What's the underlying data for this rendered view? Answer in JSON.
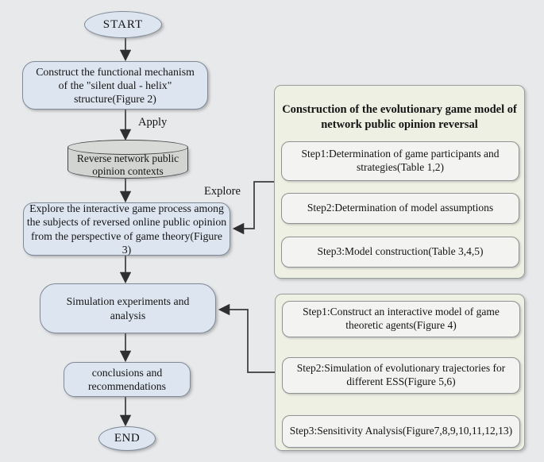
{
  "nodes": {
    "start": "START",
    "construct": "Construct the functional mechanism of the \"silent dual - helix\" structure(Figure 2)",
    "cylinder": "Reverse network public opinion contexts",
    "explore": "Explore the interactive game process among the subjects of reversed online public opinion from the perspective of game theory(Figure 3)",
    "simulation": "Simulation experiments and analysis",
    "conclusions": "conclusions and recommendations",
    "end": "END"
  },
  "arrow_labels": {
    "apply": "Apply",
    "explore": "Explore"
  },
  "panel1": {
    "title": "Construction of the evolutionary game model of network public opinion reversal",
    "steps": [
      "Step1:Determination of game participants and strategies(Table 1,2)",
      "Step2:Determination of model assumptions",
      "Step3:Model construction(Table 3,4,5)"
    ]
  },
  "panel2": {
    "steps": [
      "Step1:Construct an interactive model of game theoretic agents(Figure 4)",
      "Step2:Simulation of evolutionary trajectories for different ESS(Figure 5,6)",
      "Step3:Sensitivity Analysis(Figure7,8,9,10,11,12,13)"
    ]
  },
  "colors": {
    "background": "#e8e9eb",
    "node_fill": "#dde6f0",
    "node_border": "#7f8a96",
    "cylinder_fill": "#d2d4d2",
    "panel_fill": "#eef0e3",
    "step_fill": "#f3f3f1",
    "line": "#3a3a3a",
    "text": "#141414"
  }
}
